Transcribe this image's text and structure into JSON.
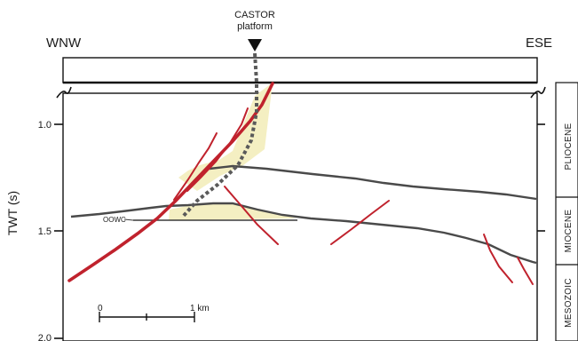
{
  "header": {
    "left_direction": "WNW",
    "right_direction": "ESE",
    "platform_label_line1": "CASTOR",
    "platform_label_line2": "platform"
  },
  "axis": {
    "label": "TWT (s)",
    "ticks": [
      "1.0",
      "1.5",
      "2.0"
    ]
  },
  "annotations": {
    "oowc": "OOWC"
  },
  "stratigraphy": [
    "PLIOCENE",
    "MIOCENE",
    "MESOZOIC"
  ],
  "scale_bar": {
    "start_label": "0",
    "end_label": "1 km"
  },
  "colors": {
    "fault": "#c0222d",
    "horizon": "#4a4a4a",
    "reservoir_fill": "#f4efc2",
    "well": "#5a5a5a",
    "frame": "#111111"
  }
}
